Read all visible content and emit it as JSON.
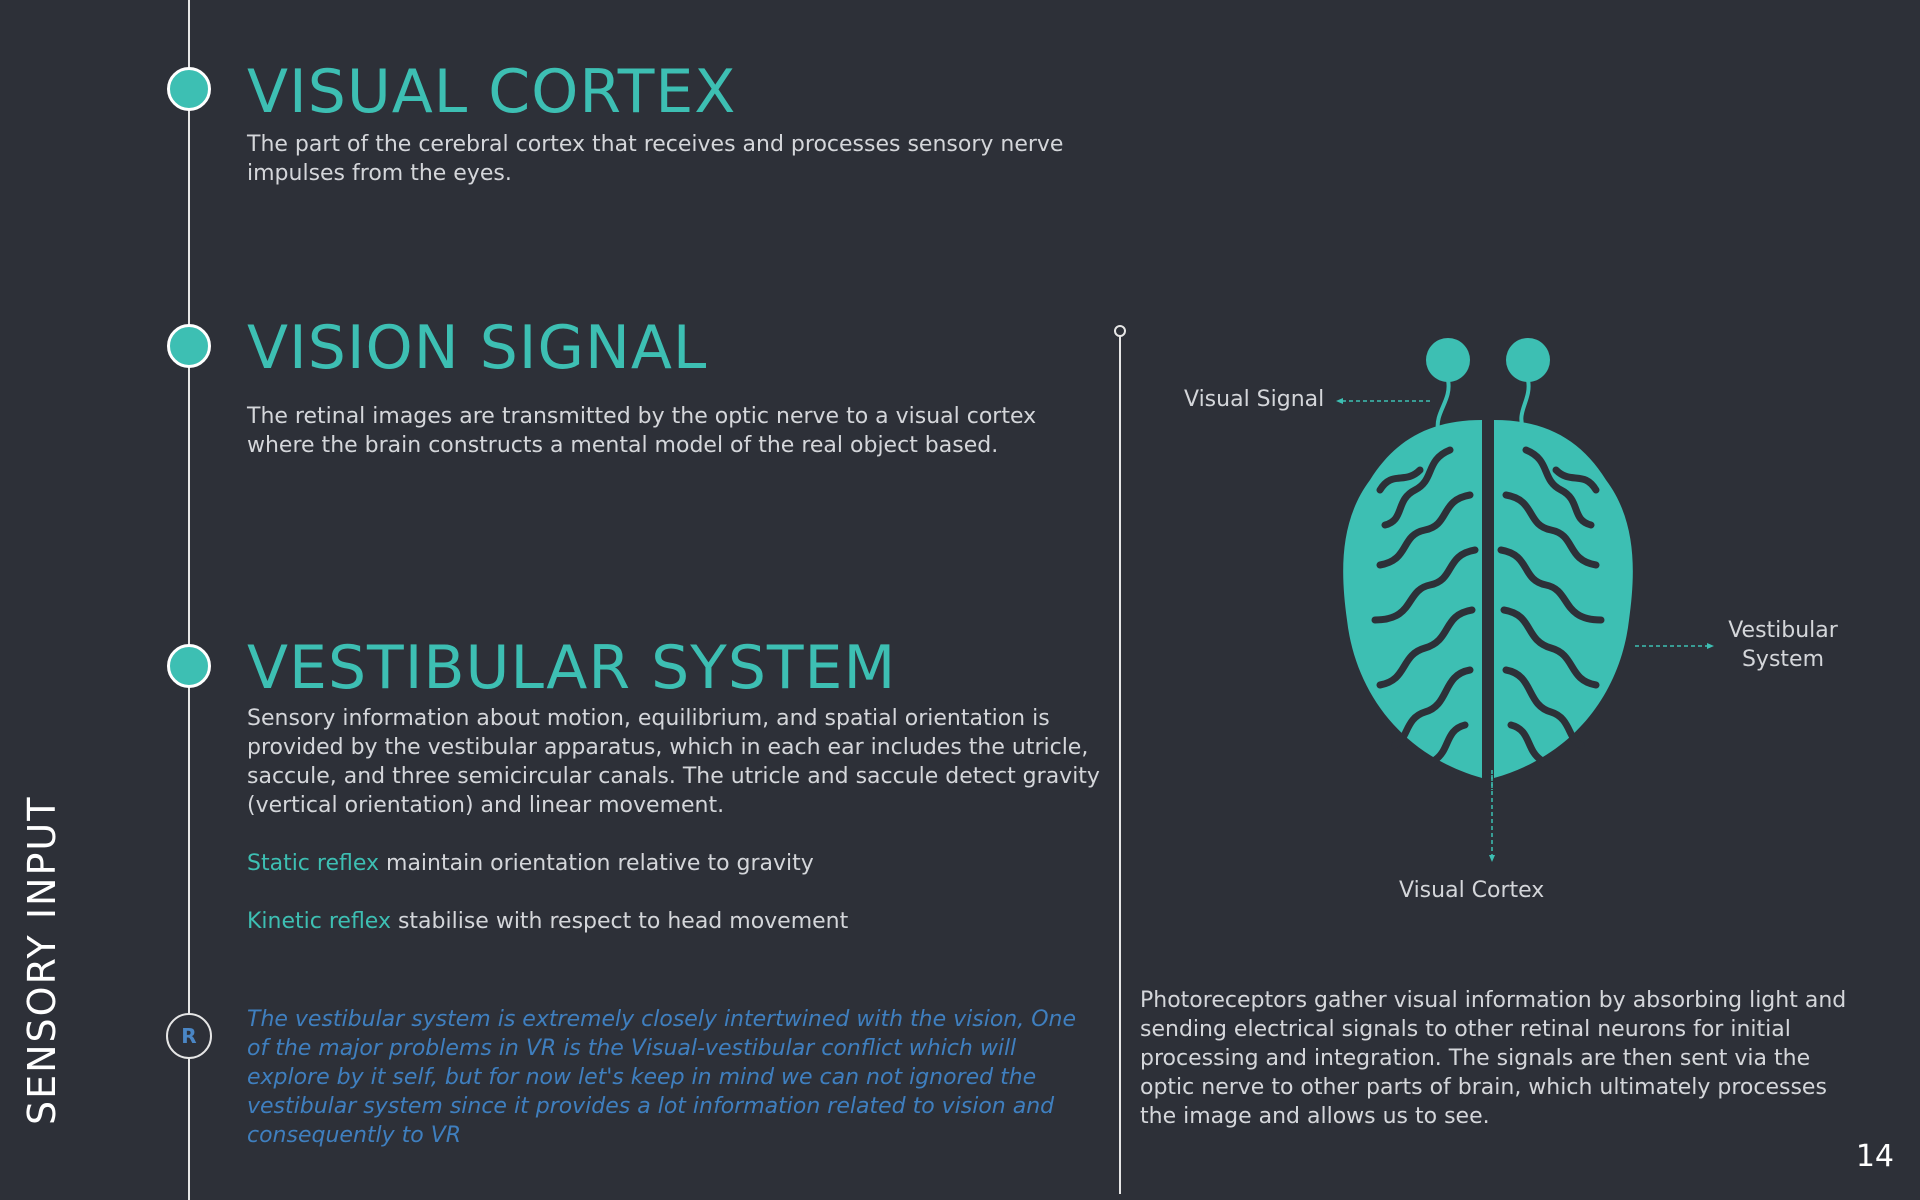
{
  "side_title": "SENSORY INPUT",
  "page_number": "14",
  "sections": [
    {
      "heading": "VISUAL CORTEX",
      "body": "The part of the cerebral cortex that receives and processes sensory nerve impulses from the eyes."
    },
    {
      "heading": "VISION SIGNAL",
      "body": "The retinal images are transmitted by the optic nerve to a visual cortex where the brain constructs a mental model of the real object based."
    },
    {
      "heading": "VESTIBULAR SYSTEM",
      "body": "Sensory information about motion, equilibrium, and spatial orientation is provided by the vestibular apparatus, which in each ear includes the utricle, saccule, and three semicircular canals. The utricle and saccule detect gravity (vertical orientation) and linear movement.",
      "reflexes": [
        {
          "term": "Static reflex",
          "text": " maintain orientation relative to gravity"
        },
        {
          "term": "Kinetic reflex",
          "text": " stabilise with respect to head movement"
        }
      ]
    }
  ],
  "note": {
    "marker": "R",
    "text": "The vestibular system is extremely closely intertwined with the vision, One of the major problems in VR is the Visual-vestibular conflict which will explore by it self, but for now let's keep in mind we can not ignored the vestibular system since it provides a lot information related to vision and consequently to VR"
  },
  "diagram": {
    "labels": {
      "visual_signal": "Visual Signal",
      "vestibular_line1": "Vestibular",
      "vestibular_line2": "System",
      "visual_cortex": "Visual Cortex"
    },
    "caption": "Photoreceptors gather visual information by absorbing light and sending electrical signals to other retinal neurons for initial processing and integration. The signals are then sent via the optic nerve to other parts of brain, which ultimately processes the image and allows us to see."
  },
  "colors": {
    "background": "#2d3038",
    "accent_teal": "#3dbfb3",
    "note_blue": "#3f7fbf",
    "text": "#d4d6da"
  }
}
